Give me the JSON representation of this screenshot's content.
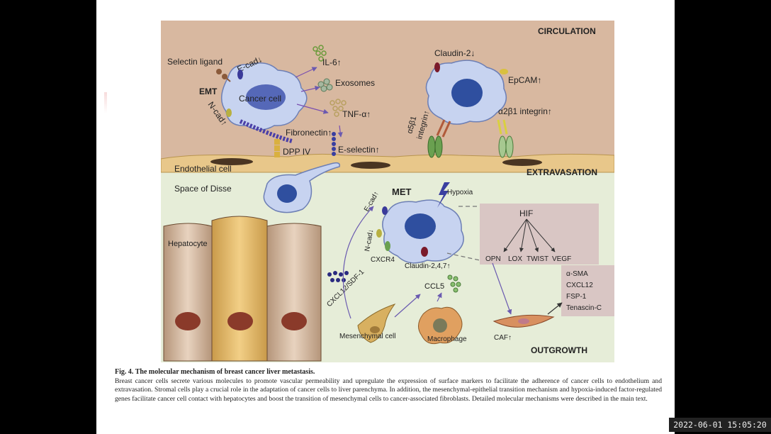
{
  "colors": {
    "circulation_bg": "#d8b8a0",
    "liver_bg": "#e6edd8",
    "endothelium": "#e8c78a",
    "cancer_cell": "#c7d3f0",
    "nucleus": "#2f4f9f",
    "box_bg": "#d9c6c4",
    "accent_purple": "#7a4fb0"
  },
  "figure": {
    "regions": {
      "circulation": "CIRCULATION",
      "extravasation": "EXTRAVASATION",
      "outgrowth": "OUTGROWTH"
    },
    "labels": {
      "selectin_ligand": "Selectin ligand",
      "e_cad_down": "E-cad↓",
      "emt": "EMT",
      "cancer_cell": "Cancer cell",
      "n_cad_up": "N-cad↑",
      "il6": "IL-6↑",
      "exosomes": "Exosomes",
      "tnf": "TNF-α↑",
      "fibronectin": "Fibronectin↑",
      "dpp4": "DPP IV",
      "e_selectin": "E-selectin↑",
      "endothelial_cell": "Endothelial cell",
      "space_of_disse": "Space of Disse",
      "claudin2_down": "Claudin-2↓",
      "epcam": "EpCAM↑",
      "a5b1": "α5β1",
      "integrin_up": "integrin↑",
      "a2b1": "α2β1 integrin↑",
      "met": "MET",
      "hypoxia": "Hypoxia",
      "e_cad_up": "E-cad↑",
      "n_cad_down": "N-cad↓",
      "cxcr4": "CXCR4",
      "claudin247": "Claudin-2,4,7↑",
      "hif": "HIF",
      "opn": "OPN",
      "lox": "LOX",
      "twist": "TWIST",
      "vegf": "VEGF",
      "hepatocyte": "Hepatocyte",
      "cxcl12_sdf1": "CXCL12/SDF-1",
      "ccl5": "CCL5",
      "mesenchymal_cell": "Mesenchymal cell",
      "macrophage": "Macrophage",
      "caf": "CAF↑",
      "markers": [
        "α-SMA",
        "CXCL12",
        "FSP-1",
        "Tenascin-C"
      ]
    }
  },
  "caption": {
    "title": "Fig. 4. The molecular mechanism of breast cancer liver metastasis.",
    "body": "Breast cancer cells secrete various molecules to promote vascular permeability and upregulate the expression of surface markers to facilitate the adherence of cancer cells to endothelium and extravasation. Stromal cells play a crucial role in the adaptation of cancer cells to liver parenchyma. In addition, the mesenchymal-epithelial transition mechanism and hypoxia-induced factor-regulated genes facilitate cancer cell contact with hepatocytes and boost the transition of mesenchymal cells to cancer-associated fibroblasts. Detailed molecular mechanisms were described in the main text."
  },
  "timestamp": "2022-06-01 15:05:20"
}
